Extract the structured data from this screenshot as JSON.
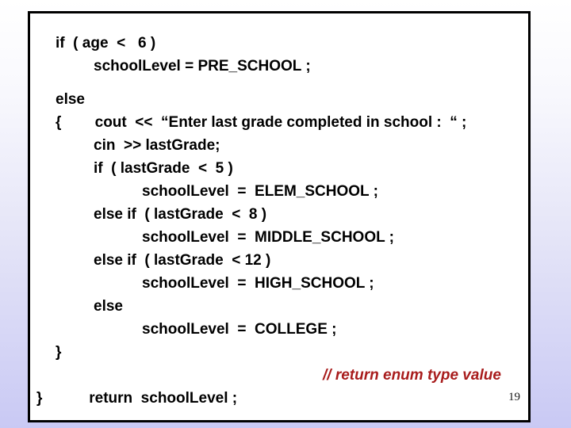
{
  "slide": {
    "page_number": "19",
    "code": {
      "lines": [
        "if  ( age  <   6 )",
        "schoolLevel = PRE_SCHOOL ;",
        "else",
        "{        cout  <<  “Enter last grade completed in school :  “ ;",
        "cin  >> lastGrade;",
        "if  ( lastGrade  <  5 )",
        "schoolLevel  =  ELEM_SCHOOL ;",
        "else if  ( lastGrade  <  8 )",
        "schoolLevel  =  MIDDLE_SCHOOL ;",
        "else if  ( lastGrade  < 12 )",
        "schoolLevel  =  HIGH_SCHOOL ;",
        "else",
        "schoolLevel  =  COLLEGE ;",
        "}",
        "return  schoolLevel ;",
        "}"
      ],
      "comment": "// return enum type value"
    },
    "colors": {
      "code_text": "#000000",
      "comment_text": "#a81c1c",
      "box_background": "#ffffff",
      "box_border": "#000000",
      "background_top": "#ffffff",
      "background_bottom": "#c9c9f4"
    }
  }
}
